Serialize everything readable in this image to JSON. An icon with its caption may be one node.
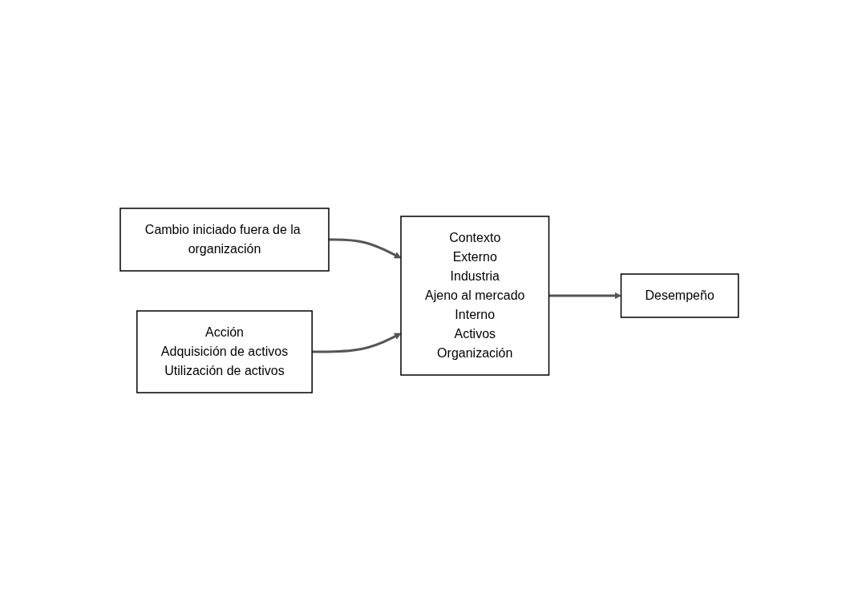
{
  "diagram": {
    "nodes": [
      {
        "text": [
          "Cambio iniciado fuera de la organización"
        ]
      },
      {
        "text": [
          "Contexto",
          "Externo",
          "Industria",
          "Ajeno al mercado",
          "Interno",
          "Activos",
          "Organización"
        ]
      },
      {
        "text": [
          "Desempeño"
        ]
      },
      {
        "text": [
          "Acción",
          "Adquisición de activos",
          "Utilización de activos"
        ]
      }
    ],
    "edges": [
      {
        "from": 0,
        "to": 1,
        "arrow": "to"
      },
      {
        "from": 3,
        "to": 1,
        "arrow": "to"
      },
      {
        "from": 1,
        "to": 2,
        "arrow": "to"
      }
    ]
  }
}
